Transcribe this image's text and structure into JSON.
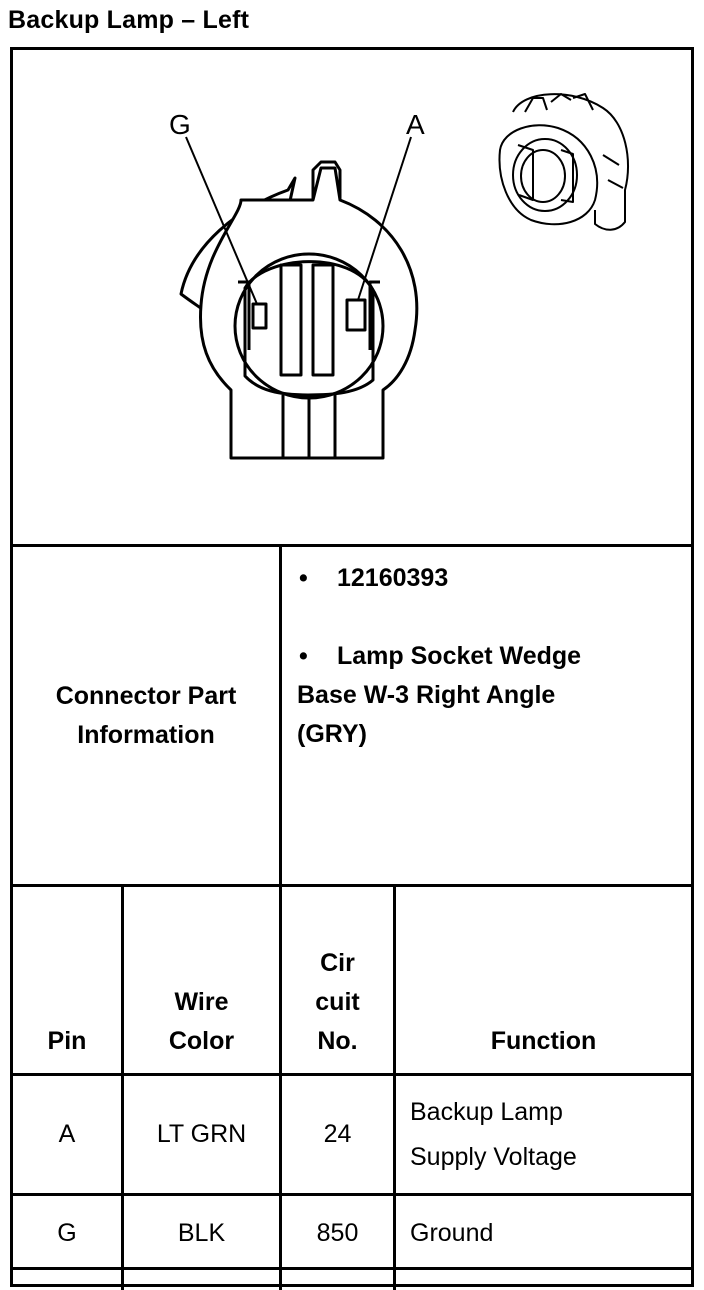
{
  "title": "Backup Lamp – Left",
  "diagram": {
    "label_g": "G",
    "label_a": "A"
  },
  "connector": {
    "label_line1": "Connector Part",
    "label_line2": "Information",
    "info_items": [
      {
        "lines": [
          "12160393"
        ]
      },
      {
        "lines": [
          "Lamp Socket Wedge",
          "Base W-3 Right Angle",
          "(GRY)"
        ]
      }
    ],
    "bullet": "•"
  },
  "table": {
    "headers": {
      "pin": "Pin",
      "wire_color": [
        "Wire",
        "Color"
      ],
      "circuit_no": [
        "Cir",
        "cuit",
        "No."
      ],
      "function": "Function"
    },
    "rows": [
      {
        "pin": "A",
        "wire_color": "LT GRN",
        "circuit": "24",
        "function": [
          "Backup Lamp",
          "Supply Voltage"
        ]
      },
      {
        "pin": "G",
        "wire_color": "BLK",
        "circuit": "850",
        "function": [
          "Ground"
        ]
      }
    ]
  }
}
